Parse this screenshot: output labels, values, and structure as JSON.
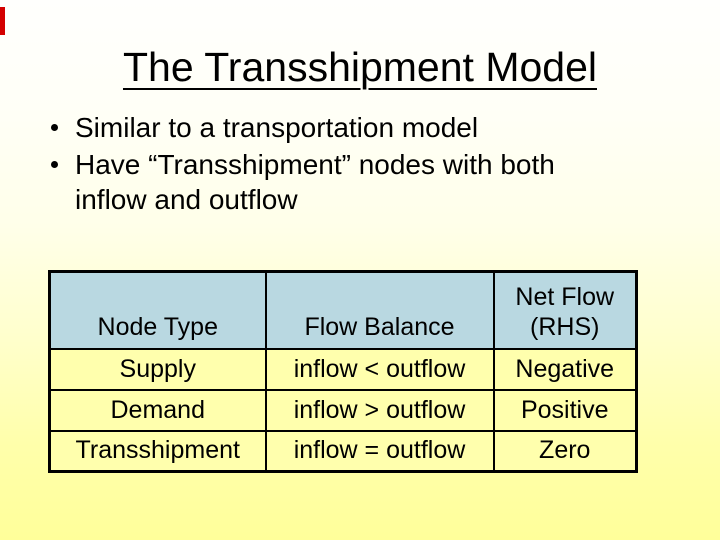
{
  "slide": {
    "title": "The Transshipment Model",
    "bullets": [
      "Similar to a transportation model",
      "Have “Transshipment” nodes with both inflow and outflow"
    ],
    "table": {
      "headers": [
        "Node Type",
        "Flow Balance",
        "Net Flow (RHS)"
      ],
      "rows": [
        [
          "Supply",
          "inflow < outflow",
          "Negative"
        ],
        [
          "Demand",
          "inflow > outflow",
          "Positive"
        ],
        [
          "Transshipment",
          "inflow = outflow",
          "Zero"
        ]
      ]
    },
    "colors": {
      "background_top": "#fffffd",
      "background_bottom": "#ffff99",
      "table_header_fill": "#b9d8e1",
      "table_cell_fill": "#ffffad",
      "table_border": "#000000",
      "text": "#000000",
      "edge_mark": "#d40000"
    }
  }
}
